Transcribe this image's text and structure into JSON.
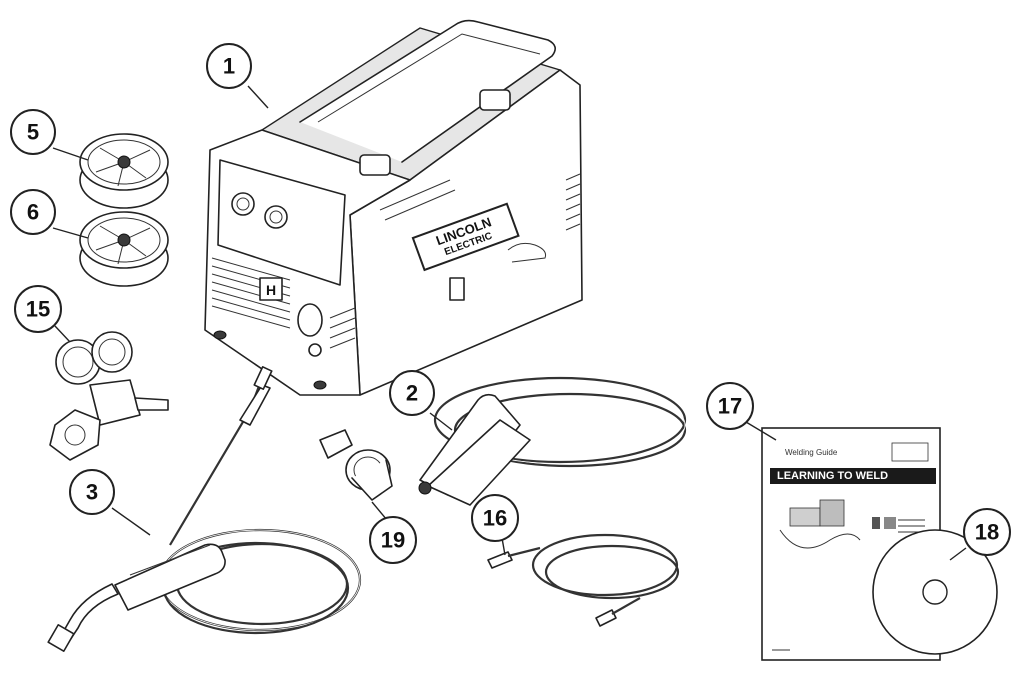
{
  "callouts": [
    {
      "id": "1",
      "label": "1"
    },
    {
      "id": "2",
      "label": "2"
    },
    {
      "id": "3",
      "label": "3"
    },
    {
      "id": "5",
      "label": "5"
    },
    {
      "id": "6",
      "label": "6"
    },
    {
      "id": "15",
      "label": "15"
    },
    {
      "id": "16",
      "label": "16"
    },
    {
      "id": "17",
      "label": "17"
    },
    {
      "id": "18",
      "label": "18"
    },
    {
      "id": "19",
      "label": "19"
    }
  ],
  "welder": {
    "brand_line1": "LINCOLN",
    "brand_line2": "ELECTRIC",
    "panel_letter": "H"
  },
  "guide_book": {
    "subtitle": "Welding Guide",
    "title": "LEARNING TO WELD"
  },
  "colors": {
    "ink": "#222222",
    "background": "#ffffff",
    "shade": "#9a9a9a"
  }
}
